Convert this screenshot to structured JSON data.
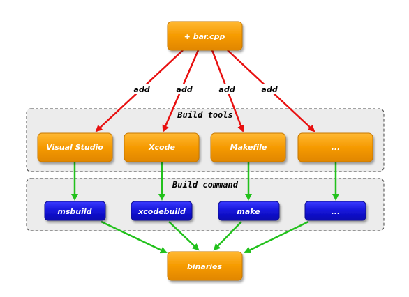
{
  "source": {
    "label": "+ bar.cpp"
  },
  "edge_label": "add",
  "groups": {
    "tools": {
      "label": "Build tools"
    },
    "commands": {
      "label": "Build command"
    }
  },
  "tools": [
    {
      "label": "Visual Studio"
    },
    {
      "label": "Xcode"
    },
    {
      "label": "Makefile"
    },
    {
      "label": "..."
    }
  ],
  "commands": [
    {
      "label": "msbuild"
    },
    {
      "label": "xcodebuild"
    },
    {
      "label": "make"
    },
    {
      "label": "..."
    }
  ],
  "target": {
    "label": "binaries"
  },
  "colors": {
    "orange_node": "#f59a00",
    "blue_node": "#1414d8",
    "red_arrow": "#e81010",
    "green_arrow": "#22c11c",
    "group_bg": "#ececec"
  }
}
